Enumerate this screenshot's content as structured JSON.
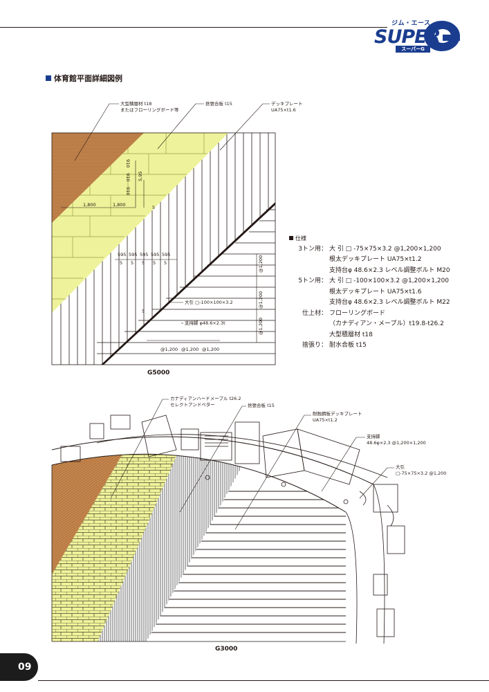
{
  "header": {
    "logo_top": "ジム・エース",
    "logo_main": "SUPER",
    "logo_sub": "スーパーG"
  },
  "section_title": "体育館平面詳細図例",
  "g5000": {
    "label_floor": "大型積層材 t18\nまたはフローリングボード等",
    "label_plywood": "捨張合板 t15",
    "label_deck": "デッキプレート\nUA75×t1.6",
    "dim_1800a": "1,800",
    "dim_1800b": "1,800",
    "dim_910a": "910",
    "dim_910b": "910",
    "dim_910c": "910",
    "dim_5a": "5",
    "dim_5b": "5",
    "dim_595_5": "5,95",
    "dims_595": [
      "595",
      "595",
      "595",
      "595",
      "595"
    ],
    "dims_5": [
      "5",
      "5",
      "5",
      "5",
      "5"
    ],
    "label_beam": "大引 □-100×100×3.2",
    "label_support": "支持脚 φ48.6×2.3t",
    "dims_1200_h": [
      "@1,200",
      "@1,200",
      "@1,200"
    ],
    "dims_1200_v": [
      "@1,200",
      "@1,200",
      "@1,200"
    ],
    "caption": "G5000"
  },
  "spec": {
    "title": "仕様",
    "rows": [
      {
        "key": "3トン用：",
        "val": "大 引 □ -75×75×3.2 @1,200×1,200"
      },
      {
        "key": "",
        "val": "根太デッキプレート UA75×t1.2"
      },
      {
        "key": "",
        "val": "支持台φ 48.6×2.3 レベル調整ボルト M20"
      },
      {
        "key": "5トン用：",
        "val": "大 引 □ -100×100×3.2 @1,200×1,200"
      },
      {
        "key": "",
        "val": "根太デッキプレート UA75×t1.6"
      },
      {
        "key": "",
        "val": "支持台φ 48.6×2.3 レベル調整ボルト M22"
      },
      {
        "key": "仕上材：",
        "val": "フローリングボード"
      },
      {
        "key": "",
        "val": "（カナディアン・メープル）t19.8-t26.2"
      },
      {
        "key": "",
        "val": "大型積層材 t18"
      },
      {
        "key": "捨張り：",
        "val": "耐水合板 t15"
      }
    ]
  },
  "g3000": {
    "label_maple": "カナディアンハードメープル t26.2\nセレクトアンドベター",
    "label_plywood": "捨張合板 t15",
    "label_deck": "耐蝕鋼板デッキプレート\nUA75×t1.2",
    "label_support": "支持脚\n48.6φ×2.3 @1,200×1,200",
    "label_beam": "大引\n□-75×75×3.2 @1,200",
    "caption": "G3000"
  },
  "page_number": "09",
  "colors": {
    "brand": "#1a3d8f",
    "wood": "#c8874e",
    "plywood": "#eef29a",
    "line": "#231815"
  }
}
